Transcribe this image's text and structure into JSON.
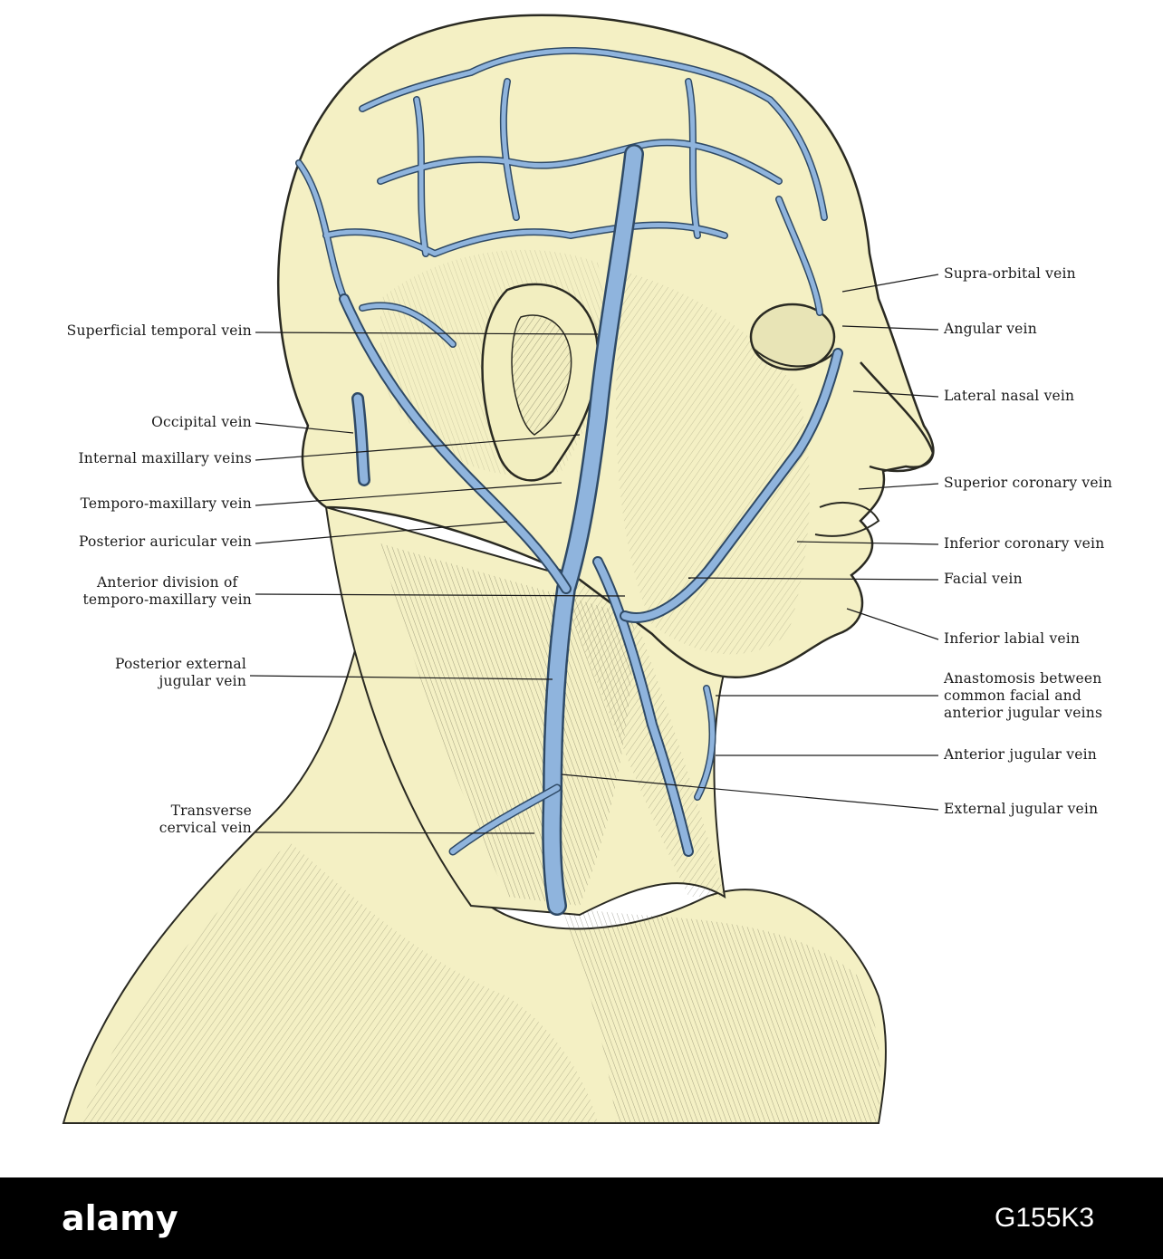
{
  "labels_left": [
    {
      "key": "superficial-temporal",
      "lines": [
        "Superficial temporal vein"
      ]
    },
    {
      "key": "occipital",
      "lines": [
        "Occipital vein"
      ]
    },
    {
      "key": "internal-maxillary",
      "lines": [
        "Internal maxillary veins"
      ]
    },
    {
      "key": "temporo-maxillary",
      "lines": [
        "Temporo-maxillary vein"
      ]
    },
    {
      "key": "posterior-auricular",
      "lines": [
        "Posterior auricular vein"
      ]
    },
    {
      "key": "anterior-division",
      "lines": [
        "Anterior division of",
        "temporo-maxillary vein"
      ]
    },
    {
      "key": "posterior-external-jugular",
      "lines": [
        "Posterior external",
        "jugular vein"
      ]
    },
    {
      "key": "transverse-cervical",
      "lines": [
        "Transverse",
        "cervical vein"
      ]
    }
  ],
  "labels_right": [
    {
      "key": "supra-orbital",
      "lines": [
        "Supra-orbital vein"
      ]
    },
    {
      "key": "angular",
      "lines": [
        "Angular vein"
      ]
    },
    {
      "key": "lateral-nasal",
      "lines": [
        "Lateral nasal vein"
      ]
    },
    {
      "key": "superior-coronary",
      "lines": [
        "Superior coronary vein"
      ]
    },
    {
      "key": "inferior-coronary",
      "lines": [
        "Inferior coronary vein"
      ]
    },
    {
      "key": "facial",
      "lines": [
        "Facial vein"
      ]
    },
    {
      "key": "inferior-labial",
      "lines": [
        "Inferior labial vein"
      ]
    },
    {
      "key": "anastomosis",
      "lines": [
        "Anastomosis between",
        "common facial and",
        "anterior jugular veins"
      ]
    },
    {
      "key": "anterior-jugular",
      "lines": [
        "Anterior jugular vein"
      ]
    },
    {
      "key": "external-jugular",
      "lines": [
        "External jugular vein"
      ]
    }
  ],
  "colors": {
    "skin": "#f4f0c4",
    "vein": "#8fb4dd",
    "vein_outline": "#2f4a66",
    "ink": "#2a2a22",
    "band": "#000000"
  },
  "watermark": {
    "brand": "alamy",
    "image_id": "G155K3"
  }
}
